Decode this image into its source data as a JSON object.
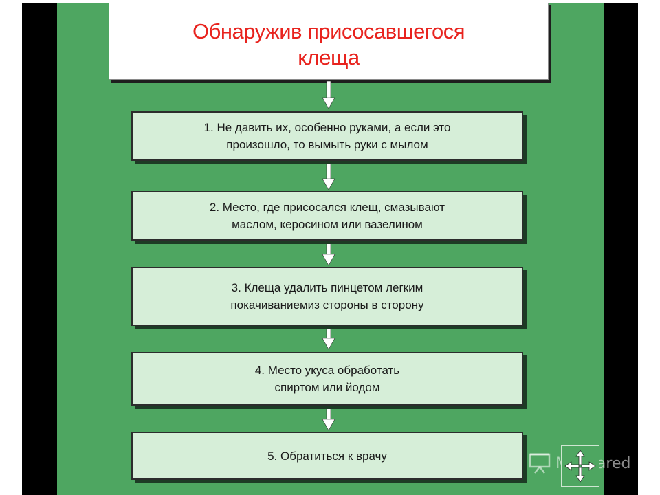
{
  "header": {
    "title": "Обнаружив присосавшегося\nклеща"
  },
  "steps": [
    {
      "text": "1. Не давить их, особенно руками, а если это\nпроизошло, то вымыть руки с мылом"
    },
    {
      "text": "2. Место, где присосался клещ, смазывают\nмаслом, керосином или вазелином"
    },
    {
      "text": "3. Клеща удалить пинцетом легким\nпокачиваниемиз стороны в сторону"
    },
    {
      "text": "4. Место укуса обработать\nспиртом или йодом"
    },
    {
      "text": "5. Обратиться к врачу"
    }
  ],
  "watermark": {
    "text": "MyShared"
  },
  "colors": {
    "background_green": "#4ea661",
    "box_fill": "#d6eed8",
    "title_red": "#e8231e"
  }
}
